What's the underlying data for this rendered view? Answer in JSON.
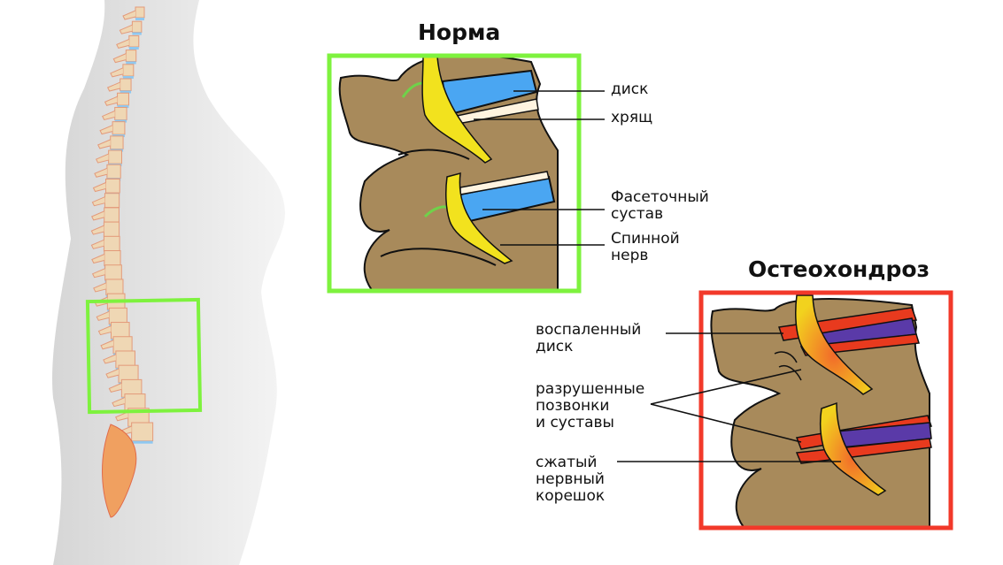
{
  "normal": {
    "title": "Норма",
    "labels": {
      "disc": "диск",
      "cartilage": "хрящ",
      "facet_joint": "Фасеточный\nсустав",
      "spinal_nerve": "Спинной\nнерв"
    }
  },
  "osteochondrosis": {
    "title": "Остеохондроз",
    "labels": {
      "inflamed_disc": "воспаленный\nдиск",
      "destroyed": "разрушенные\nпозвонки\nи суставы",
      "compressed_root": "сжатый\nнервный\nкорешок"
    }
  },
  "colors": {
    "normal_frame": "#7ef23e",
    "osteo_frame": "#f2392a",
    "bone": "#a88a5b",
    "disc": "#4aa6f2",
    "nerve": "#f2e21e",
    "inflamed": "#e83a1e",
    "disc_damaged": "#5a3aa8"
  }
}
